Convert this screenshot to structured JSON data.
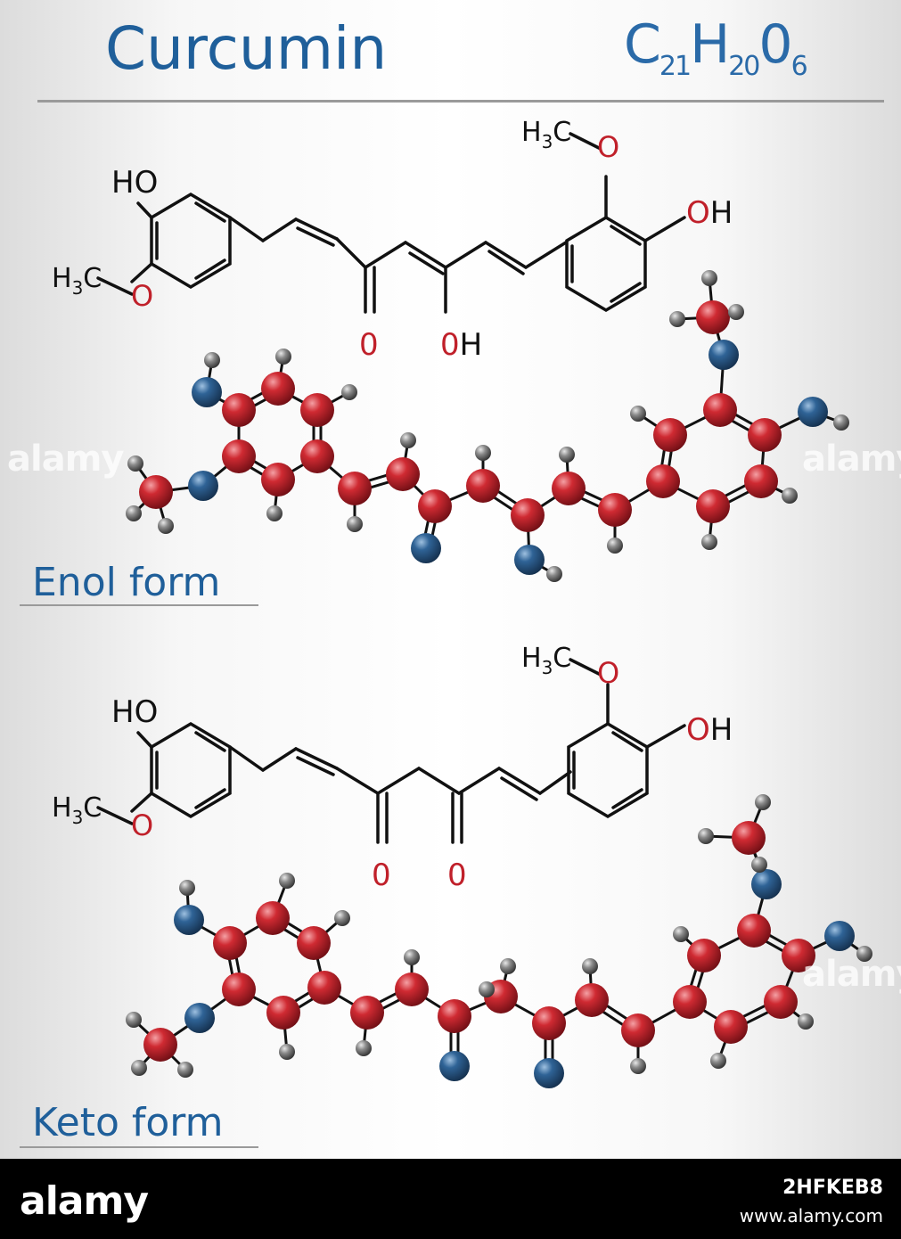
{
  "title": "Curcumin",
  "formula": {
    "C": "C",
    "c_count": "21",
    "H": "H",
    "h_count": "20",
    "O": "0",
    "o_count": "6"
  },
  "enol_label": "Enol form",
  "keto_label": "Keto form",
  "atom_labels": {
    "ho": "HO",
    "oh": "OH",
    "h3c": "H",
    "h3c_sub": "3",
    "h3c_c": "C",
    "o": "O",
    "o_digit": "0"
  },
  "watermark": {
    "logo": "alamy",
    "image_id": "2HFKEB8",
    "site": "www.alamy.com"
  },
  "colors": {
    "title": "#1f5f9a",
    "oxygen_label": "#c0202a",
    "carbon_ball": "#c0202a",
    "oxygen_ball": "#2c5f8f",
    "hydrogen_ball": "#666666"
  }
}
